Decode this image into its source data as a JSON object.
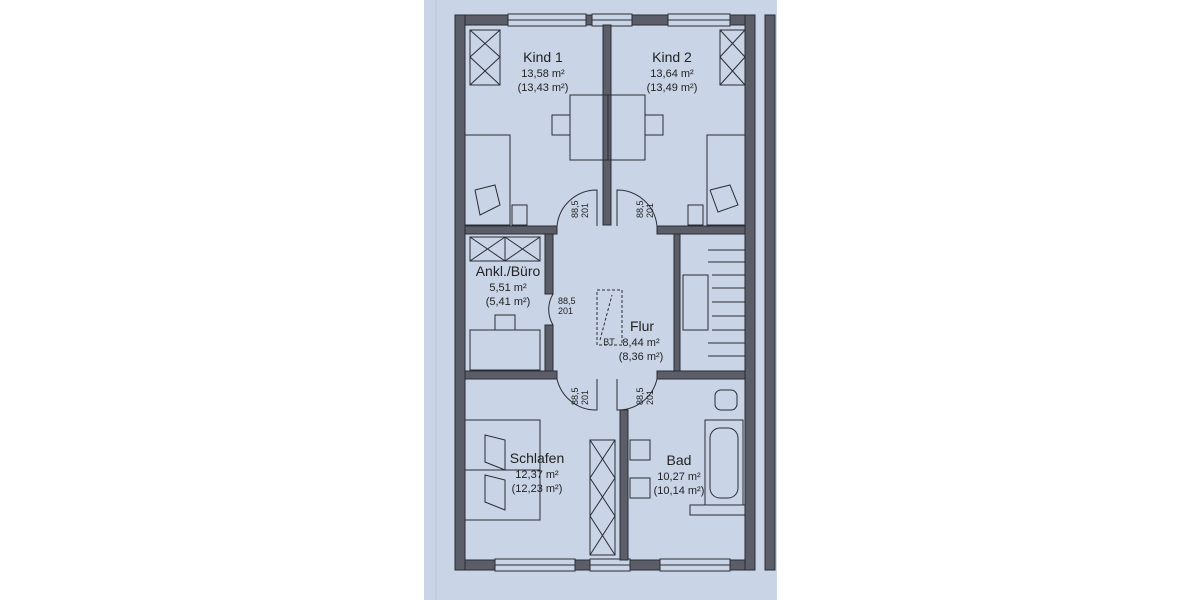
{
  "rooms": {
    "kind1": {
      "name": "Kind 1",
      "area_net": "13,58 m²",
      "area_gross": "(13,43 m²)"
    },
    "kind2": {
      "name": "Kind 2",
      "area_net": "13,64 m²",
      "area_gross": "(13,49 m²)"
    },
    "office": {
      "name": "Ankl./Büro",
      "area_net": "5,51 m²",
      "area_gross": "(5,41 m²)"
    },
    "hall": {
      "name": "Flur",
      "area_net": "8,44 m²",
      "area_gross": "(8,36 m²)"
    },
    "bedroom": {
      "name": "Schlafen",
      "area_net": "12,37 m²",
      "area_gross": "(12,23 m²)"
    },
    "bath": {
      "name": "Bad",
      "area_net": "10,27 m²",
      "area_gross": "(10,14 m²)"
    }
  },
  "doors": {
    "top": "88,5",
    "bottom": "201"
  },
  "hall_marker": "BT",
  "colors": {
    "paper": "#c9d4e6",
    "wall": "#5b5e68",
    "line": "#2a2c33"
  }
}
